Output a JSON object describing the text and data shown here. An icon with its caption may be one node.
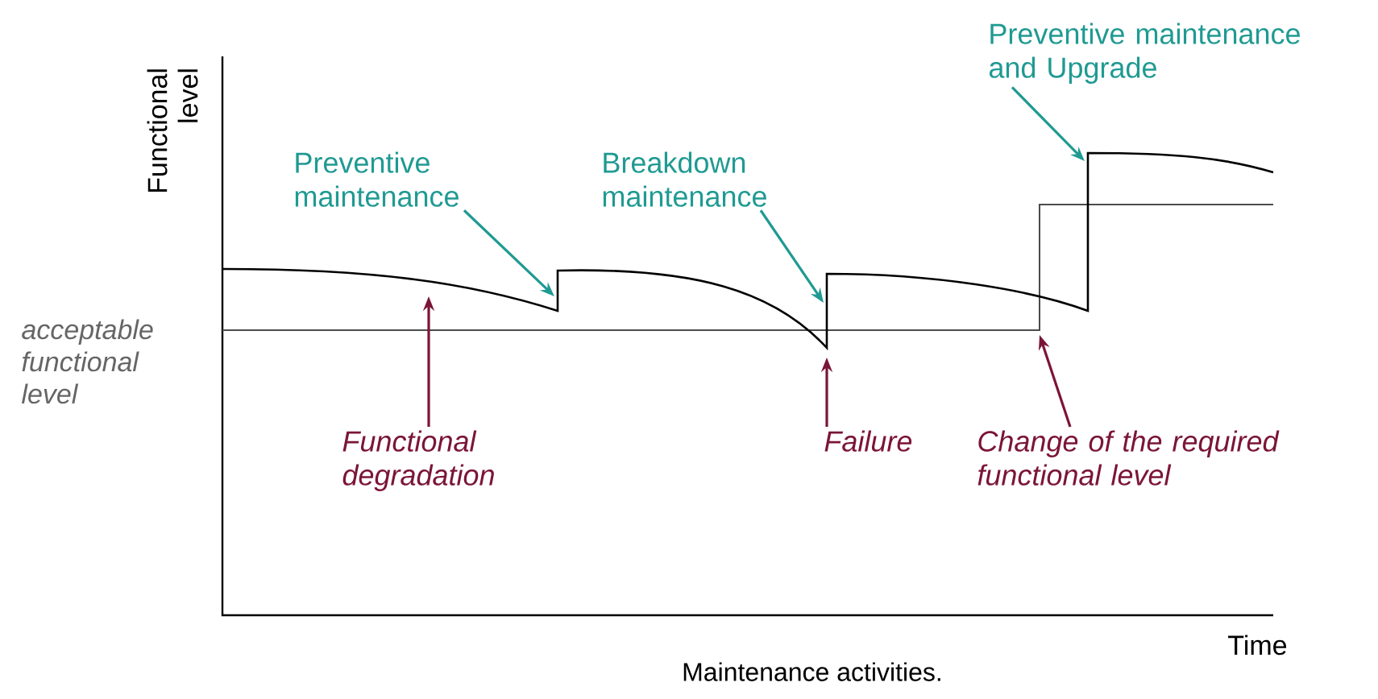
{
  "diagram": {
    "caption": "Maintenance activities.",
    "nodes": [
      {
        "text": [
          "Preventive maintenance"
        ]
      },
      {
        "text": [
          "Breakdown maintenance"
        ]
      },
      {
        "text": [
          "Preventive maintenance and Upgrade"
        ]
      },
      {
        "text": [
          "Functional degradation"
        ]
      },
      {
        "text": [
          "Failure"
        ]
      },
      {
        "text": [
          "Change of the required functional level"
        ]
      }
    ],
    "edges": [
      {
        "from": 0,
        "to": null,
        "arrow": "to",
        "color": "#1f9a92"
      },
      {
        "from": 1,
        "to": null,
        "arrow": "to",
        "color": "#1f9a92"
      },
      {
        "from": 2,
        "to": null,
        "arrow": "to",
        "color": "#1f9a92"
      },
      {
        "from": 3,
        "to": null,
        "arrow": "to",
        "color": "#7b1538"
      },
      {
        "from": 4,
        "to": null,
        "arrow": "to",
        "color": "#7b1538"
      },
      {
        "from": 5,
        "to": null,
        "arrow": "to",
        "color": "#7b1538"
      }
    ],
    "labels": [
      "Functional level",
      "acceptable functional level",
      "Time"
    ]
  }
}
